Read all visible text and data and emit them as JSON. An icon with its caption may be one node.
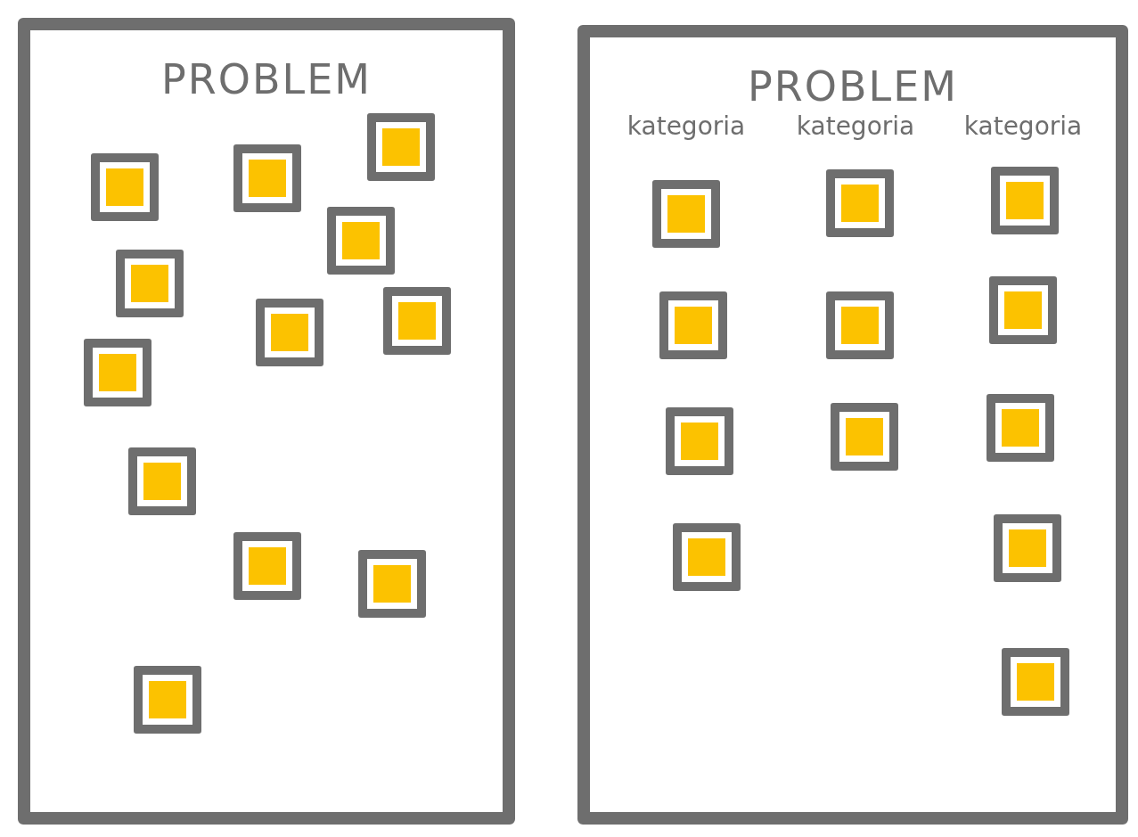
{
  "diagram": {
    "nodes": [
      {
        "text": [
          "PROBLEM"
        ]
      },
      {
        "text": [],
        "shape": "box",
        "in": 0
      },
      {
        "text": [],
        "shape": "box",
        "in": 0
      },
      {
        "text": [],
        "shape": "box",
        "in": 0
      },
      {
        "text": [],
        "shape": "box",
        "in": 0
      },
      {
        "text": [],
        "shape": "box",
        "in": 0
      },
      {
        "text": [],
        "shape": "box",
        "in": 0
      },
      {
        "text": [],
        "shape": "box",
        "in": 0
      },
      {
        "text": [],
        "shape": "box",
        "in": 0
      },
      {
        "text": [],
        "shape": "box",
        "in": 0
      },
      {
        "text": [],
        "shape": "box",
        "in": 0
      },
      {
        "text": [],
        "shape": "box",
        "in": 0
      },
      {
        "text": [],
        "shape": "box",
        "in": 0
      },
      {
        "text": [
          "PROBLEM"
        ]
      },
      {
        "text": [],
        "shape": "box",
        "in": 13
      },
      {
        "text": [],
        "shape": "box",
        "in": 13
      },
      {
        "text": [],
        "shape": "box",
        "in": 13
      },
      {
        "text": [],
        "shape": "box",
        "in": 13
      },
      {
        "text": [],
        "shape": "box",
        "in": 13
      },
      {
        "text": [],
        "shape": "box",
        "in": 13
      },
      {
        "text": [],
        "shape": "box",
        "in": 13
      },
      {
        "text": [],
        "shape": "box",
        "in": 13
      },
      {
        "text": [],
        "shape": "box",
        "in": 13
      },
      {
        "text": [],
        "shape": "box",
        "in": 13
      },
      {
        "text": [],
        "shape": "box",
        "in": 13
      },
      {
        "text": [],
        "shape": "box",
        "in": 13
      }
    ],
    "labels": [
      "kategoria",
      "kategoria",
      "kategoria"
    ]
  }
}
